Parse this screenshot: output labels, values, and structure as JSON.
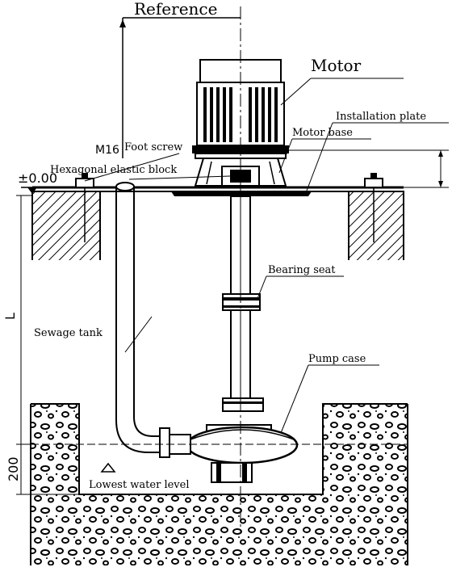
{
  "labels": {
    "reference": "Reference",
    "motor": "Motor",
    "installation_plate": "Installation plate",
    "motor_base": "Motor base",
    "foot_screw_m16": "M16",
    "foot_screw": "Foot screw",
    "hexagonal_elastic_block": "Hexagonal elastic block",
    "datum": "±0.00",
    "bearing_seat": "Bearing seat",
    "sewage_tank": "Sewage tank",
    "pump_case": "Pump case",
    "lowest_water_level": "Lowest water level",
    "dim_L": "L",
    "dim_200": "200"
  },
  "colors": {
    "ink": "#000000",
    "background": "#ffffff"
  }
}
